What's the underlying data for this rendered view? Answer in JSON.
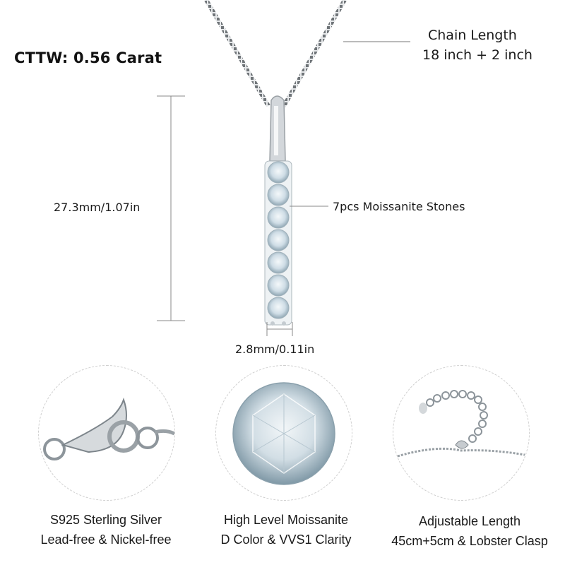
{
  "header": {
    "title": "CTTW: 0.56 Carat"
  },
  "chain": {
    "label_line1": "Chain Length",
    "label_line2": "18 inch + 2 inch"
  },
  "dimensions": {
    "height": "27.3mm/1.07in",
    "width": "2.8mm/0.11in",
    "stones": "7pcs Moissanite Stones",
    "stone_count": 7
  },
  "features": [
    {
      "icon": "lobster-clasp-icon",
      "line1": "S925 Sterling Silver",
      "line2": "Lead-free & Nickel-free"
    },
    {
      "icon": "moissanite-gem-icon",
      "line1": "High Level Moissanite",
      "line2": "D Color & VVS1 Clarity"
    },
    {
      "icon": "adjustable-chain-icon",
      "line1": "Adjustable Length",
      "line2": "45cm+5cm & Lobster Clasp"
    }
  ],
  "colors": {
    "text": "#1a1a1a",
    "line": "#888888",
    "silver": "#c9ced3",
    "gem": "#dbe7ee"
  }
}
